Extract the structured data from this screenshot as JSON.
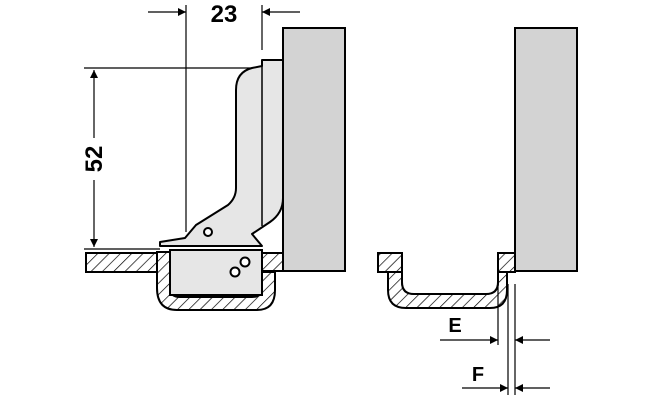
{
  "dimensions": {
    "width_label": "23",
    "height_label": "52",
    "e_label": "E",
    "f_label": "F"
  },
  "colors": {
    "panel_fill": "#d3d3d3",
    "hinge_fill": "#e6e6e6",
    "stroke": "#000000"
  }
}
